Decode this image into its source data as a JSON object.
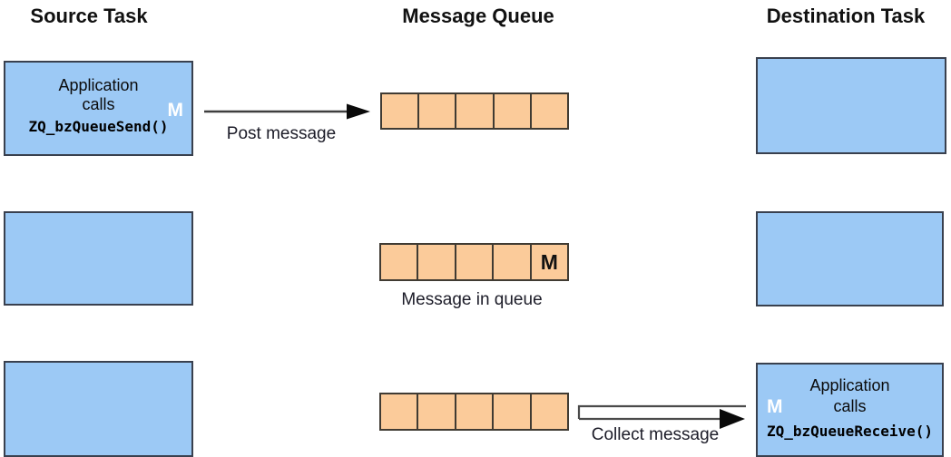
{
  "headers": {
    "source": "Source Task",
    "queue": "Message Queue",
    "destination": "Destination Task"
  },
  "source_task": {
    "call_box": {
      "line1": "Application",
      "line2": "calls",
      "code": "ZQ_bzQueueSend()",
      "message_marker": "M"
    }
  },
  "destination_task": {
    "call_box": {
      "line1": "Application",
      "line2": "calls",
      "code": "ZQ_bzQueueReceive()",
      "message_marker": "M"
    }
  },
  "message_queue": {
    "cell_count": 5,
    "row2_marker": "M",
    "row2_marker_cell_index": 4
  },
  "labels": {
    "post_message": "Post message",
    "message_in_queue": "Message in queue",
    "collect_message": "Collect message"
  },
  "colors": {
    "task_box_fill": "#9CC9F5",
    "task_box_border": "#39404E",
    "queue_cell_fill": "#FBCB9A",
    "queue_cell_border": "#403B33",
    "marker_on_box": "#FFFFFF",
    "marker_in_queue": "#111111",
    "arrow": "#3F3F3F",
    "heading_text": "#111111",
    "label_text": "#1C1C28"
  }
}
